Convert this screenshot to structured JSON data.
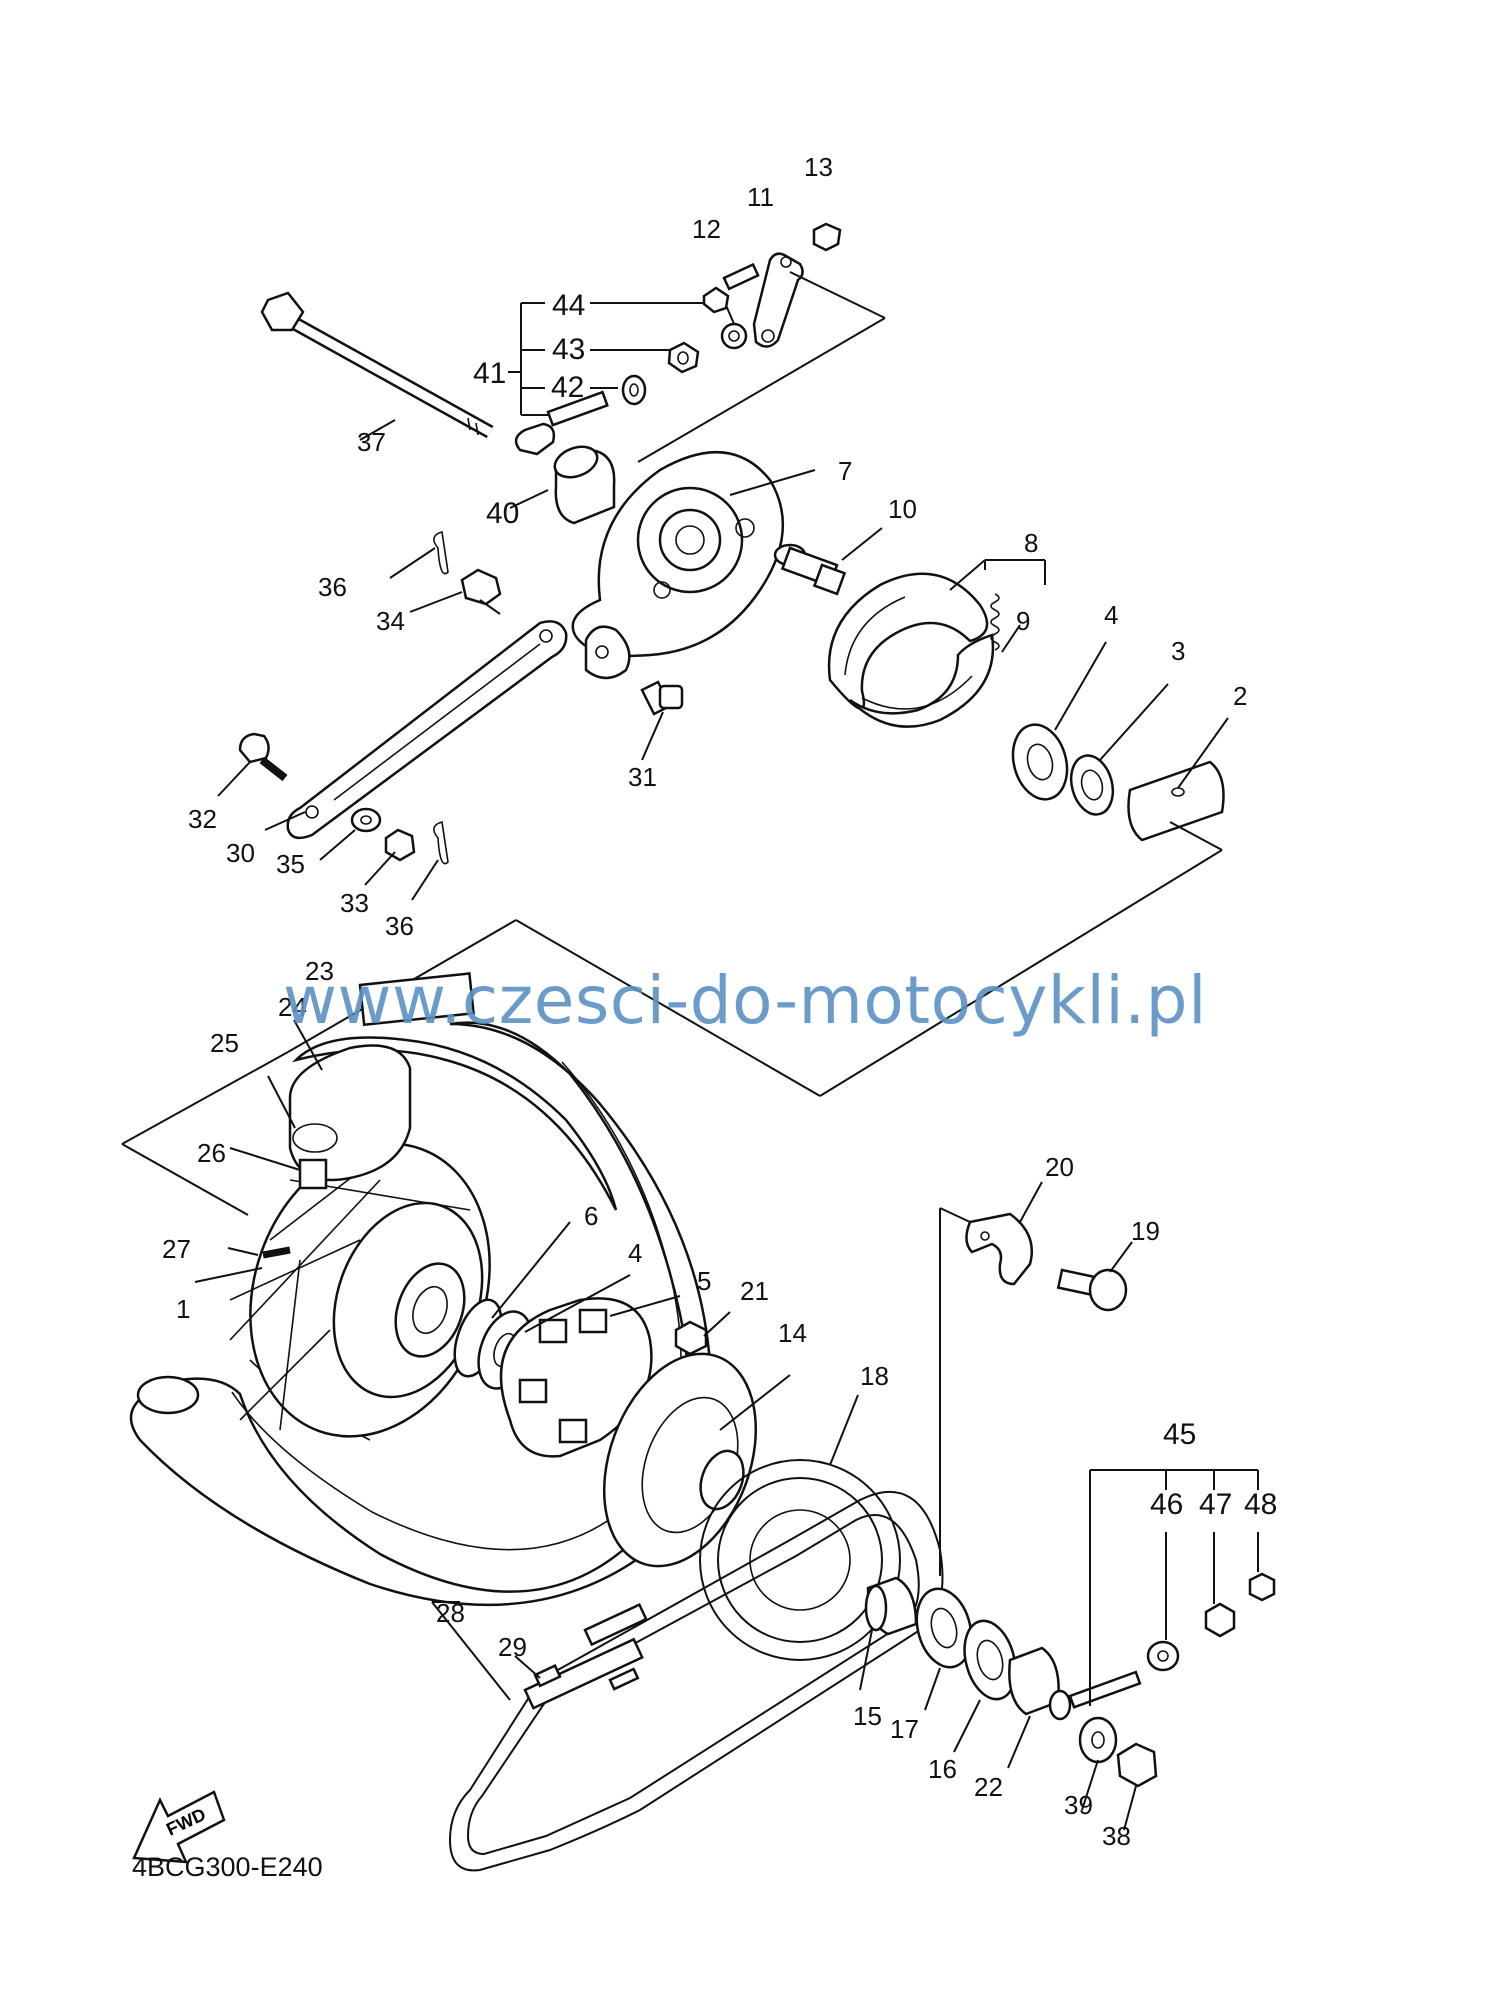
{
  "diagram": {
    "callouts": [
      "1",
      "2",
      "3",
      "4",
      "4",
      "5",
      "6",
      "7",
      "8",
      "9",
      "10",
      "11",
      "12",
      "13",
      "14",
      "15",
      "16",
      "17",
      "18",
      "19",
      "20",
      "21",
      "22",
      "23",
      "24",
      "25",
      "26",
      "27",
      "28",
      "29",
      "30",
      "31",
      "32",
      "33",
      "34",
      "35",
      "36",
      "36",
      "37",
      "38",
      "39",
      "40",
      "41",
      "42",
      "43",
      "44",
      "45",
      "46",
      "47",
      "48"
    ],
    "fwd_label": "FWD",
    "watermark": "www.czesci-do-motocykli.pl",
    "figure_code": "4BCG300-E240"
  }
}
